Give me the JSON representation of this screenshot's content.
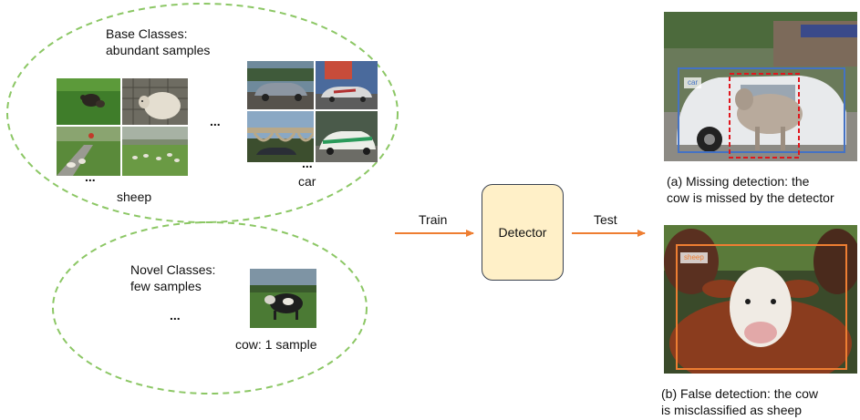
{
  "base_group": {
    "title_line1": "Base Classes:",
    "title_line2": "abundant samples",
    "sheep_label": "sheep",
    "car_label": "car",
    "ellipsis": "...",
    "dots_sheep": "...",
    "dots_car": "..."
  },
  "novel_group": {
    "title_line1": "Novel Classes:",
    "title_line2": "few samples",
    "ellipsis": "...",
    "cow_label": "cow: 1 sample"
  },
  "flow": {
    "train_label": "Train",
    "detector_label": "Detector",
    "test_label": "Test"
  },
  "results": {
    "missing": {
      "box_label": "car",
      "caption_line1": "(a) Missing detection: the",
      "caption_line2": "cow is missed by the detector"
    },
    "false": {
      "box_label": "sheep",
      "caption_line1": "(b) False detection: the cow",
      "caption_line2": "is misclassified as sheep"
    }
  },
  "colors": {
    "ellipse_stroke": "#8cc765",
    "arrow": "#ee7e32",
    "detector_fill": "#fff0c8",
    "car_box": "#4472c4",
    "missed_box": "#e0161d",
    "sheep_box": "#ee7e32"
  }
}
